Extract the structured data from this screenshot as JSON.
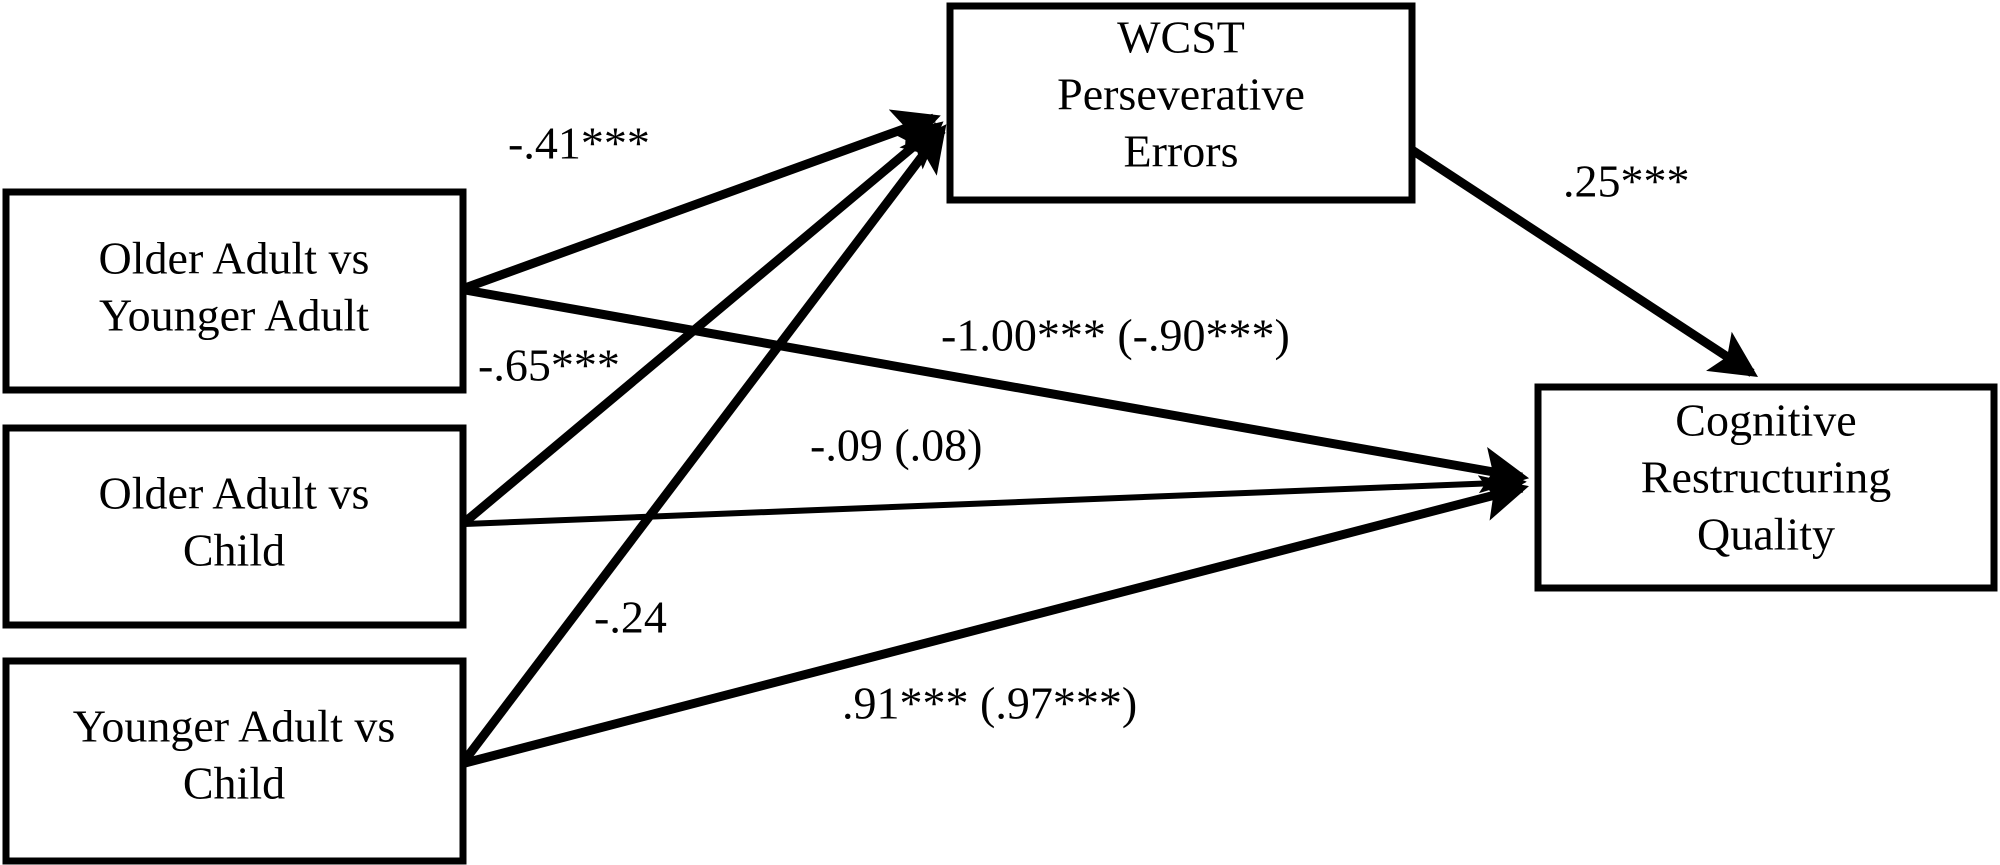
{
  "figure": {
    "type": "path-diagram",
    "background_color": "#ffffff",
    "line_color": "#000000",
    "text_color": "#000000"
  },
  "nodes": {
    "older_vs_younger": {
      "lines": [
        "Older Adult vs",
        "Younger Adult"
      ]
    },
    "older_vs_child": {
      "lines": [
        "Older Adult vs",
        "Child"
      ]
    },
    "younger_vs_child": {
      "lines": [
        "Younger Adult vs",
        "Child"
      ]
    },
    "mediator": {
      "lines": [
        "WCST",
        "Perseverative",
        "Errors"
      ]
    },
    "outcome": {
      "lines": [
        "Cognitive",
        "Restructuring",
        "Quality"
      ]
    }
  },
  "paths": [
    {
      "id": "oa-ya-to-wcst",
      "label": "-.41***"
    },
    {
      "id": "oa-child-to-wcst",
      "label": "-.65***"
    },
    {
      "id": "ya-child-to-wcst",
      "label": "-.24"
    },
    {
      "id": "wcst-to-outcome",
      "label": ".25***"
    },
    {
      "id": "oa-ya-to-outcome",
      "label": "-1.00*** (-.90***)"
    },
    {
      "id": "oa-child-to-outcome",
      "label": "-.09 (.08)"
    },
    {
      "id": "ya-child-to-outcome",
      "label": ".91*** (.97***)"
    }
  ],
  "chart_data": {
    "type": "diagram",
    "title": "",
    "nodes": [
      {
        "name": "Older Adult vs Younger Adult"
      },
      {
        "name": "Older Adult vs Child"
      },
      {
        "name": "Younger Adult vs Child"
      },
      {
        "name": "WCST Perseverative Errors"
      },
      {
        "name": "Cognitive Restructuring Quality"
      }
    ],
    "edges": [
      {
        "from": "Older Adult vs Younger Adult",
        "to": "WCST Perseverative Errors",
        "coefficient": -0.41,
        "significance": "***",
        "label": "-.41***"
      },
      {
        "from": "Older Adult vs Child",
        "to": "WCST Perseverative Errors",
        "coefficient": -0.65,
        "significance": "***",
        "label": "-.65***"
      },
      {
        "from": "Younger Adult vs Child",
        "to": "WCST Perseverative Errors",
        "coefficient": -0.24,
        "significance": "",
        "label": "-.24"
      },
      {
        "from": "WCST Perseverative Errors",
        "to": "Cognitive Restructuring Quality",
        "coefficient": 0.25,
        "significance": "***",
        "label": ".25***"
      },
      {
        "from": "Older Adult vs Younger Adult",
        "to": "Cognitive Restructuring Quality",
        "coefficient": -1.0,
        "indirect_coefficient": -0.9,
        "significance": "***",
        "label": "-1.00*** (-.90***)"
      },
      {
        "from": "Older Adult vs Child",
        "to": "Cognitive Restructuring Quality",
        "coefficient": -0.09,
        "indirect_coefficient": 0.08,
        "significance": "",
        "label": "-.09 (.08)"
      },
      {
        "from": "Younger Adult vs Child",
        "to": "Cognitive Restructuring Quality",
        "coefficient": 0.91,
        "indirect_coefficient": 0.97,
        "significance": "***",
        "label": ".91*** (.97***)"
      }
    ]
  }
}
